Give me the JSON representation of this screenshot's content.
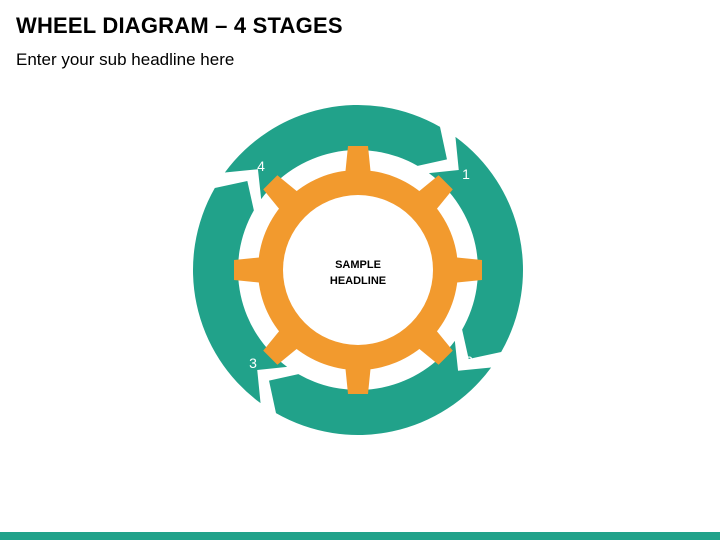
{
  "header": {
    "title": "WHEEL DIAGRAM – 4 STAGES",
    "subtitle": "Enter your sub headline here"
  },
  "diagram": {
    "center_line1": "SAMPLE",
    "center_line2": "HEADLINE",
    "stages": [
      {
        "label": "1"
      },
      {
        "label": "2"
      },
      {
        "label": "3"
      },
      {
        "label": "4"
      }
    ],
    "colors": {
      "ring": "#21a28a",
      "gear": "#f29a2e",
      "text_on_ring": "#ffffff",
      "center_text": "#000000",
      "accent_bar": "#21a28a"
    }
  }
}
